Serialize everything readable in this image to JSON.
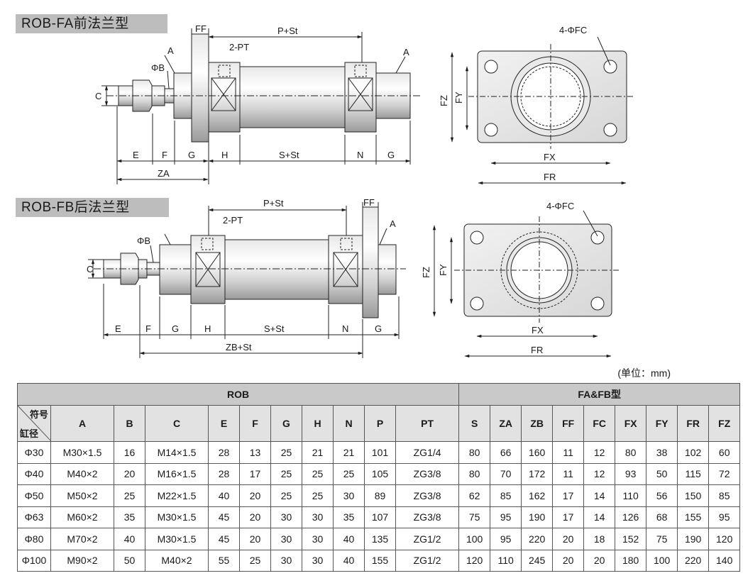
{
  "titles": {
    "fa": "ROB-FA前法兰型",
    "fb": "ROB-FB后法兰型"
  },
  "unit_note": "(单位：mm)",
  "fa_labels": {
    "ff": "FF",
    "p_st": "P+St",
    "pt": "2-PT",
    "a_left": "A",
    "a_right": "A",
    "phi_b": "ΦB",
    "c": "C",
    "e": "E",
    "f": "F",
    "g": "G",
    "h": "H",
    "s_st": "S+St",
    "n": "N",
    "g2": "G",
    "za": "ZA",
    "fc": "4-ΦFC",
    "fz": "FZ",
    "fy": "FY",
    "fx": "FX",
    "fr": "FR"
  },
  "fb_labels": {
    "ff": "FF",
    "p_st": "P+St",
    "pt": "2-PT",
    "a": "A",
    "phi_b": "ΦB",
    "c": "C",
    "e": "E",
    "f": "F",
    "g": "G",
    "h": "H",
    "s_st": "S+St",
    "n": "N",
    "g2": "G",
    "zb_st": "ZB+St",
    "fc": "4-ΦFC",
    "fz": "FZ",
    "fy": "FY",
    "fx": "FX",
    "fr": "FR"
  },
  "table": {
    "group_rob": "ROB",
    "group_fafb": "FA&FB型",
    "corner_top": "符号",
    "corner_bottom": "缸径",
    "columns": [
      "A",
      "B",
      "C",
      "E",
      "F",
      "G",
      "H",
      "N",
      "P",
      "PT",
      "S",
      "ZA",
      "ZB",
      "FF",
      "FC",
      "FX",
      "FY",
      "FR",
      "FZ"
    ],
    "rows": [
      [
        "Φ30",
        "M30×1.5",
        "16",
        "M14×1.5",
        "28",
        "13",
        "25",
        "21",
        "21",
        "101",
        "ZG1/4",
        "80",
        "66",
        "160",
        "11",
        "12",
        "80",
        "38",
        "102",
        "60"
      ],
      [
        "Φ40",
        "M40×2",
        "20",
        "M16×1.5",
        "28",
        "17",
        "25",
        "25",
        "25",
        "105",
        "ZG3/8",
        "80",
        "70",
        "172",
        "11",
        "12",
        "93",
        "50",
        "115",
        "72"
      ],
      [
        "Φ50",
        "M50×2",
        "25",
        "M22×1.5",
        "40",
        "20",
        "25",
        "25",
        "30",
        "89",
        "ZG3/8",
        "62",
        "85",
        "162",
        "17",
        "14",
        "110",
        "56",
        "150",
        "85"
      ],
      [
        "Φ63",
        "M60×2",
        "35",
        "M30×1.5",
        "45",
        "20",
        "30",
        "30",
        "35",
        "107",
        "ZG3/8",
        "75",
        "95",
        "190",
        "17",
        "14",
        "126",
        "68",
        "155",
        "95"
      ],
      [
        "Φ80",
        "M70×2",
        "40",
        "M30×1.5",
        "45",
        "20",
        "30",
        "30",
        "40",
        "135",
        "ZG1/2",
        "100",
        "95",
        "220",
        "20",
        "18",
        "152",
        "75",
        "190",
        "120"
      ],
      [
        "Φ100",
        "M90×2",
        "50",
        "M40×2",
        "55",
        "25",
        "30",
        "30",
        "40",
        "155",
        "ZG1/2",
        "120",
        "110",
        "245",
        "20",
        "20",
        "180",
        "100",
        "220",
        "140"
      ]
    ]
  }
}
